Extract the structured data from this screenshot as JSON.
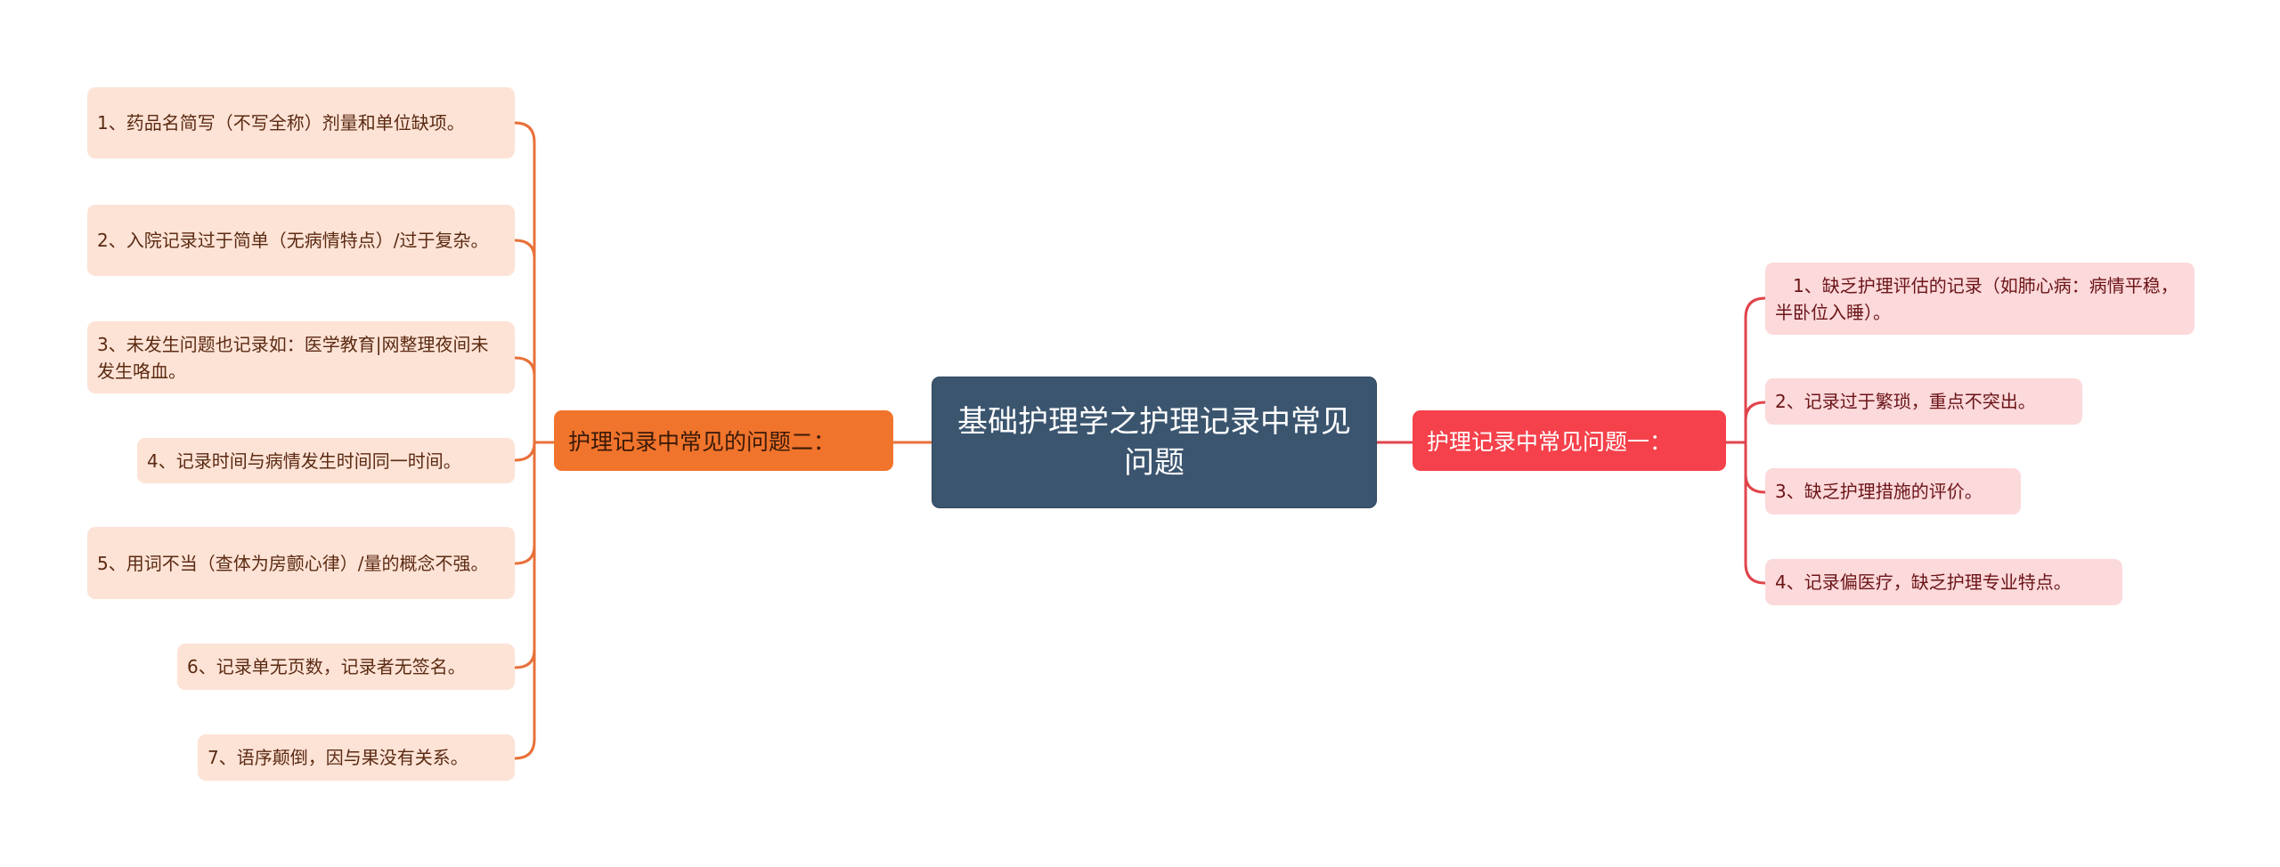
{
  "mindmap": {
    "root": {
      "label": "基础护理学之护理记录中常见问题"
    },
    "branches": [
      {
        "side": "left",
        "label": "护理记录中常见的问题二：",
        "color": "#f1742c",
        "leaf_bg": "#fde3d6",
        "items": [
          {
            "label": "1、药品名简写（不写全称）剂量和单位缺项。"
          },
          {
            "label": "2、入院记录过于简单（无病情特点）/过于复杂。"
          },
          {
            "label": "3、未发生问题也记录如：医学教育|网整理夜间未发生咯血。"
          },
          {
            "label": "4、记录时间与病情发生时间同一时间。"
          },
          {
            "label": "5、用词不当（查体为房颤心律）/量的概念不强。"
          },
          {
            "label": "6、记录单无页数，记录者无签名。"
          },
          {
            "label": "7、语序颠倒，因与果没有关系。"
          }
        ]
      },
      {
        "side": "right",
        "label": "护理记录中常见问题一：",
        "color": "#f5414b",
        "leaf_bg": "#fcd9da",
        "items": [
          {
            "label": "　1、缺乏护理评估的记录（如肺心病：病情平稳，半卧位入睡）。"
          },
          {
            "label": "2、记录过于繁琐，重点不突出。"
          },
          {
            "label": "3、缺乏护理措施的评价。"
          },
          {
            "label": "4、记录偏医疗，缺乏护理专业特点。"
          }
        ]
      }
    ]
  },
  "colors": {
    "root_bg": "#3b556f",
    "left_line": "#e8703a",
    "right_line": "#e0444b",
    "background": "#ffffff"
  }
}
